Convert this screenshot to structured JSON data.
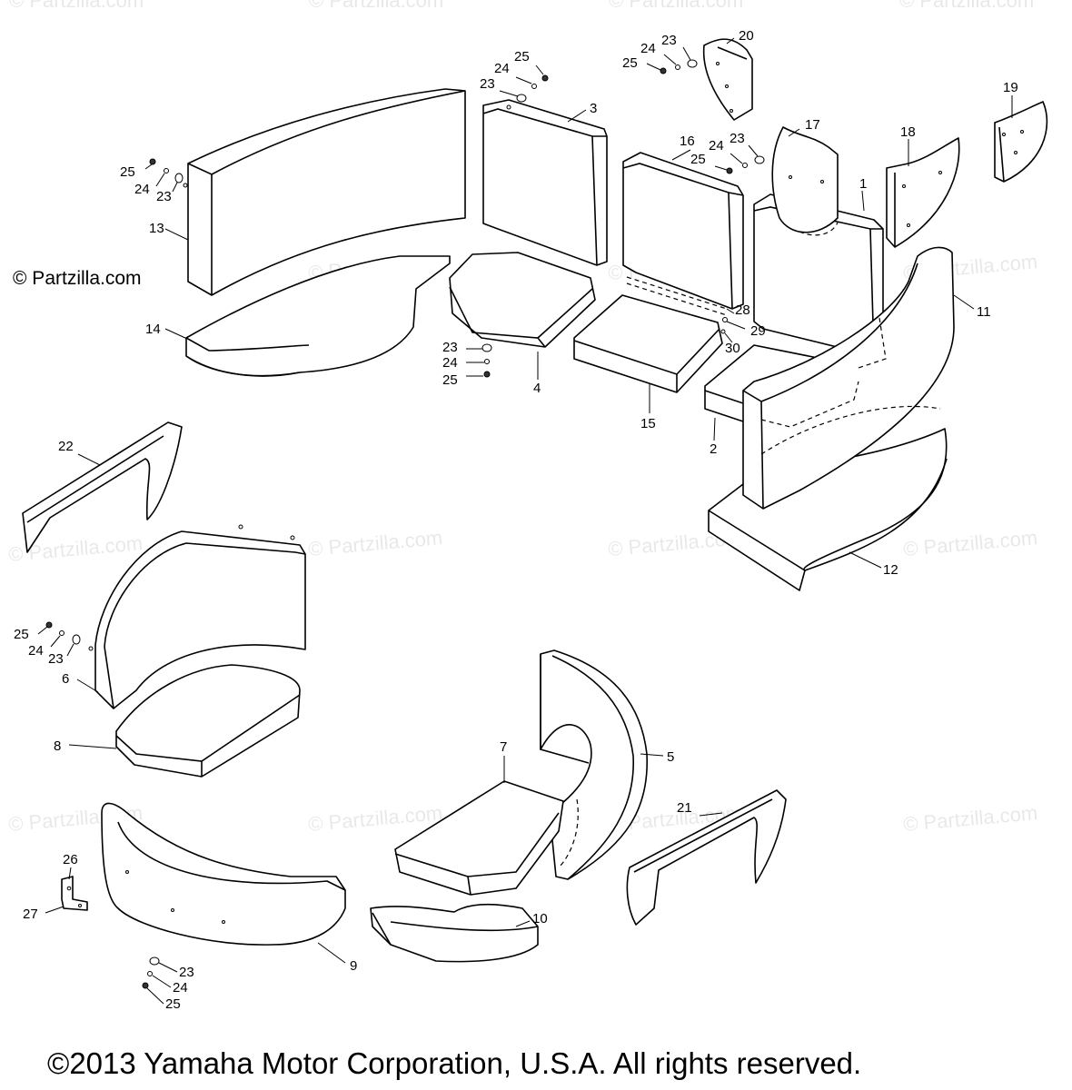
{
  "watermark": "© Partzilla.com",
  "brand_note": "© Partzilla.com",
  "copyright": "©2013  Yamaha Motor Corporation, U.S.A. All rights reserved.",
  "callouts": {
    "c1": "1",
    "c2": "2",
    "c3": "3",
    "c4": "4",
    "c5": "5",
    "c6": "6",
    "c7": "7",
    "c8": "8",
    "c9": "9",
    "c10": "10",
    "c11": "11",
    "c12": "12",
    "c13": "13",
    "c14": "14",
    "c15": "15",
    "c16": "16",
    "c17": "17",
    "c18": "18",
    "c19": "19",
    "c20": "20",
    "c21": "21",
    "c22": "22",
    "c23": "23",
    "c24": "24",
    "c25": "25",
    "c26": "26",
    "c27": "27",
    "c28": "28",
    "c29": "29",
    "c30": "30"
  }
}
